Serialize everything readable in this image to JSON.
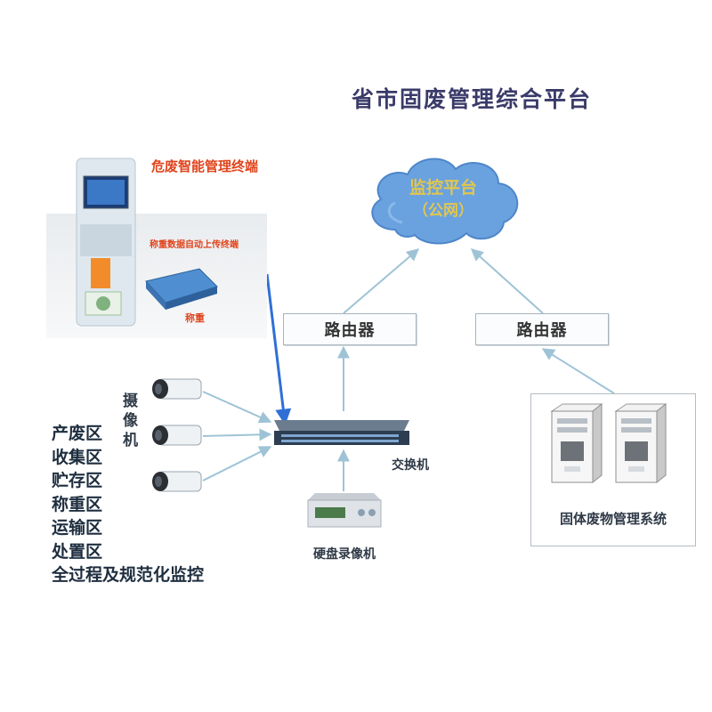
{
  "title": "省市固废管理综合平台",
  "kiosk": {
    "label": "危废智能管理终端",
    "upload_label": "称重数据自动上传终端",
    "scale_label": "称重"
  },
  "cloud": {
    "line1": "监控平台",
    "line2": "（公网）"
  },
  "routers": {
    "left_label": "路由器",
    "right_label": "路由器"
  },
  "camera_label": "摄像机",
  "switch_label": "交换机",
  "recorder_label": "硬盘录像机",
  "server_label": "固体废物管理系统",
  "zones": [
    "产废区",
    "收集区",
    "贮存区",
    "称重区",
    "运输区",
    "处置区",
    "全过程及规范化监控"
  ],
  "colors": {
    "title": "#3a3a6a",
    "accent_red": "#e0441c",
    "arrow": "#9fc3d6",
    "cloud": "#5b93d8",
    "blue_arrow": "#2f6fd6"
  }
}
